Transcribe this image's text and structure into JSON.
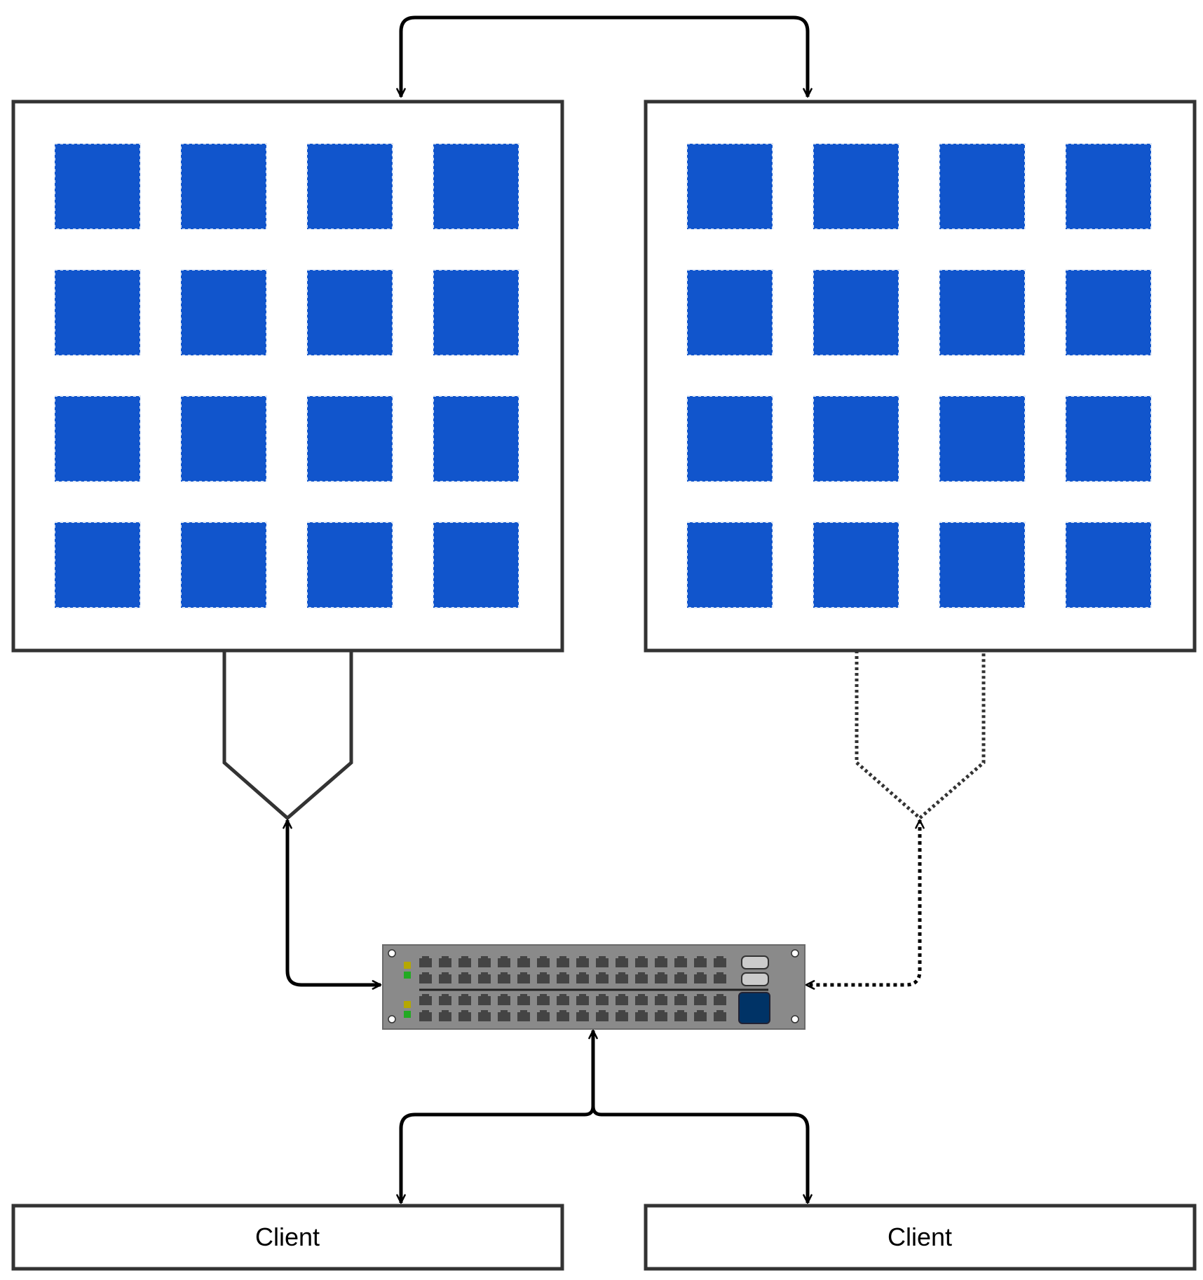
{
  "colors": {
    "server_border": "#333333",
    "tile_fill": "#1155cc",
    "tile_border": "#dce6f5",
    "arrow": "#000000",
    "switch_body": "#8a8a8a",
    "switch_port": "#444444",
    "switch_module": "#003366",
    "led_yellow": "#b5a800",
    "led_green": "#22aa22"
  },
  "servers": [
    {
      "id": "server-left",
      "tile_rows": 4,
      "tile_cols": 4,
      "link_style": "solid"
    },
    {
      "id": "server-right",
      "tile_rows": 4,
      "tile_cols": 4,
      "link_style": "dotted"
    }
  ],
  "switch": {
    "port_rows": 4,
    "ports_per_row": 16,
    "icon": "network-switch-icon"
  },
  "clients": [
    {
      "label": "Client"
    },
    {
      "label": "Client"
    }
  ]
}
